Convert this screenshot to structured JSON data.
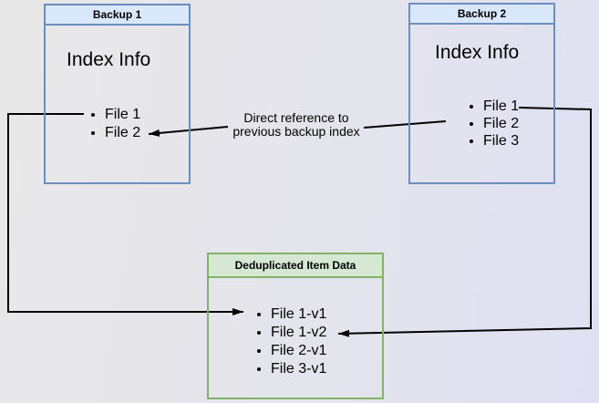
{
  "diagram": {
    "backup1": {
      "title": "Backup 1",
      "subtitle": "Index Info",
      "items": [
        "File 1",
        "File 2"
      ]
    },
    "backup2": {
      "title": "Backup 2",
      "subtitle": "Index Info",
      "items": [
        "File 1",
        "File 2",
        "File 3"
      ]
    },
    "dedup": {
      "title": "Deduplicated Item Data",
      "items": [
        "File 1-v1",
        "File 1-v2",
        "File 2-v1",
        "File 3-v1"
      ]
    },
    "label": {
      "line1": "Direct reference to",
      "line2": "previous backup index"
    }
  },
  "colors": {
    "blue-fill": "#dae8fc",
    "blue-border": "#6c8ebf",
    "green-fill": "#d5e8d4",
    "green-border": "#82b366",
    "line": "#000000",
    "text": "#000000",
    "bg-left": "#e9e8e8",
    "bg-mid": "#e4e4ec",
    "bg-right": "#dfe1f3"
  }
}
